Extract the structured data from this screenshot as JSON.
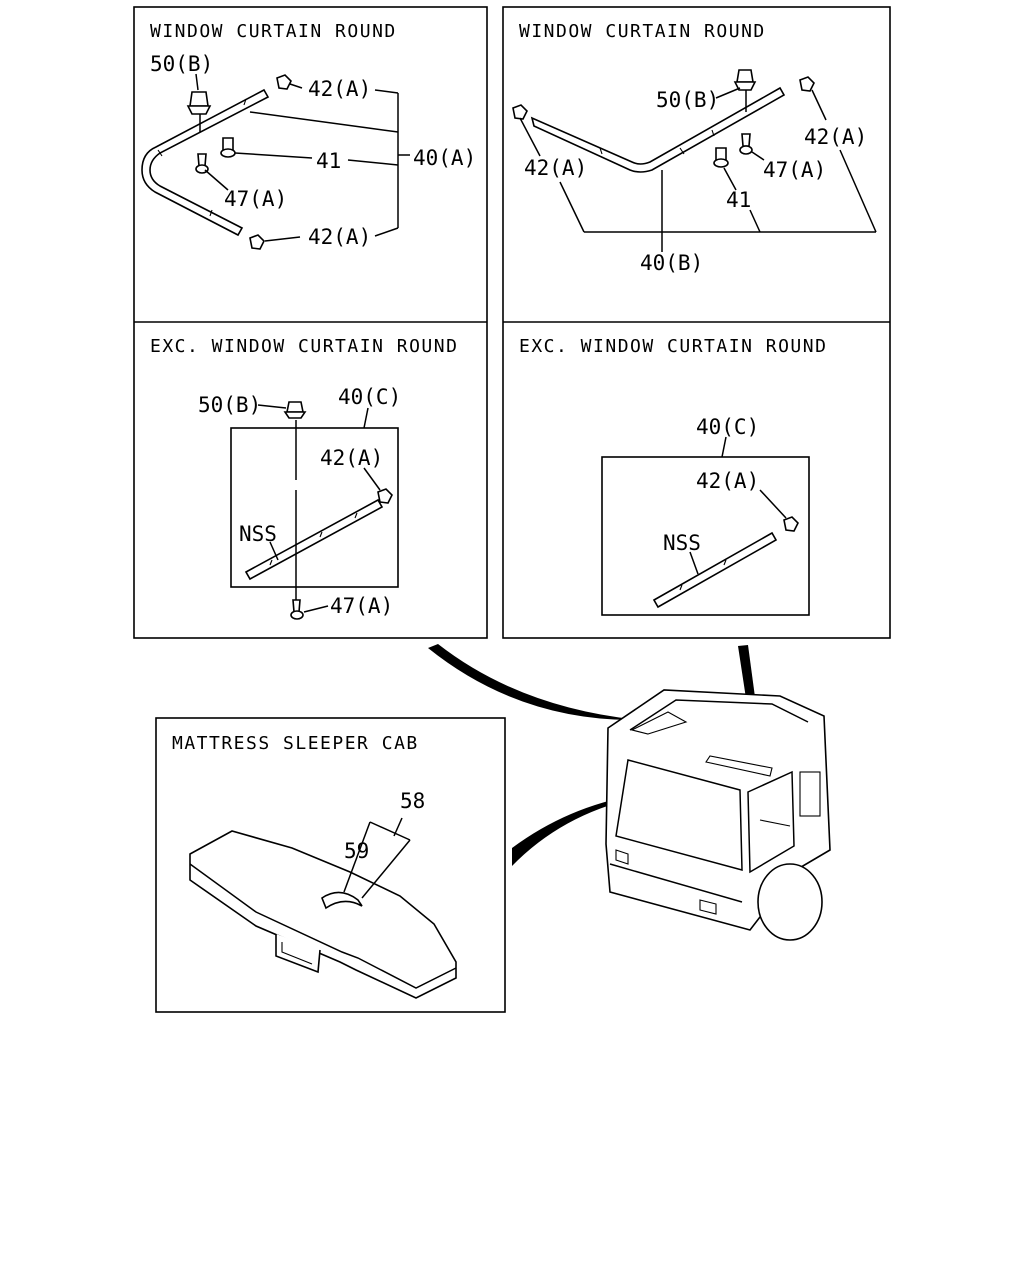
{
  "panels": {
    "top_left": {
      "title": "WINDOW CURTAIN ROUND",
      "labels": [
        "50(B)",
        "42(A)",
        "41",
        "40(A)",
        "47(A)",
        "42(A)"
      ]
    },
    "top_right": {
      "title": "WINDOW CURTAIN ROUND",
      "labels": [
        "50(B)",
        "42(A)",
        "42(A)",
        "47(A)",
        "41",
        "40(B)"
      ]
    },
    "mid_left": {
      "title": "EXC. WINDOW CURTAIN ROUND",
      "labels": [
        "50(B)",
        "40(C)",
        "42(A)",
        "NSS",
        "47(A)"
      ]
    },
    "mid_right": {
      "title": "EXC. WINDOW CURTAIN ROUND",
      "labels": [
        "40(C)",
        "42(A)",
        "NSS"
      ]
    },
    "bottom_left": {
      "title": "MATTRESS SLEEPER CAB",
      "labels": [
        "58",
        "59"
      ]
    }
  }
}
